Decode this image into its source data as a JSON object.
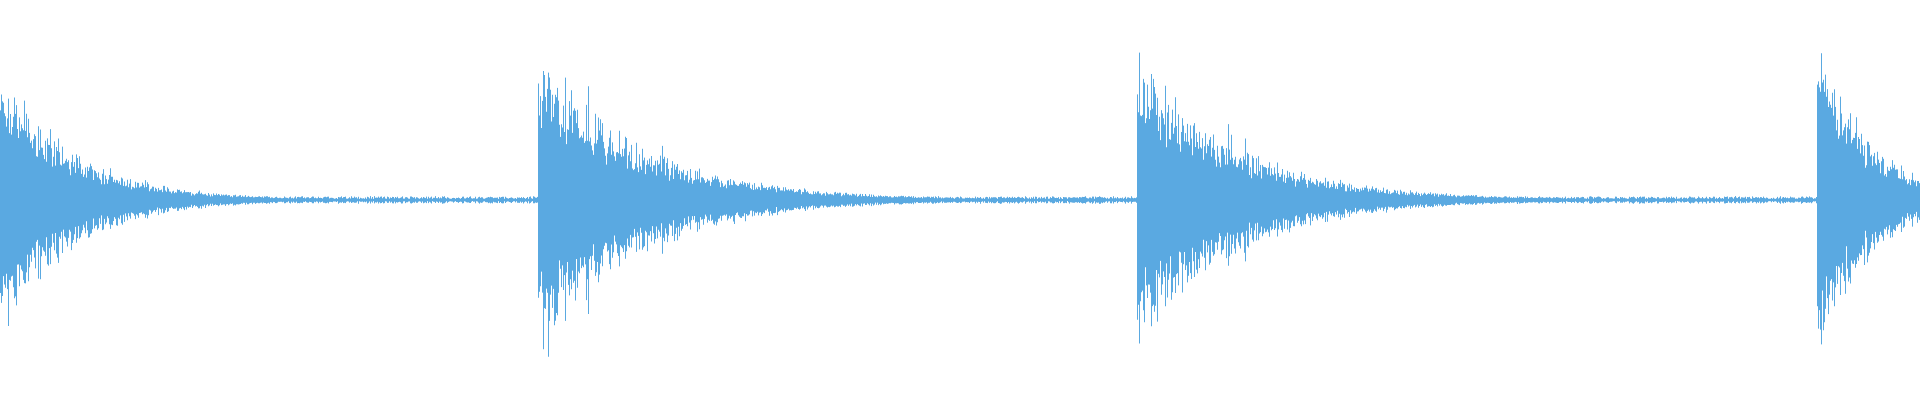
{
  "waveform": {
    "color": "#5aa9e1",
    "background": "#ffffff",
    "baseline_amplitude": 0.02,
    "bursts": [
      {
        "onset": 0.0,
        "peak_amplitude": 0.86,
        "decay_extent": 0.085
      },
      {
        "onset": 0.282,
        "peak_amplitude": 0.93,
        "decay_extent": 0.12
      },
      {
        "onset": 0.594,
        "peak_amplitude": 0.93,
        "decay_extent": 0.115
      },
      {
        "onset": 0.948,
        "peak_amplitude": 1.0,
        "decay_extent": 0.06
      }
    ]
  }
}
